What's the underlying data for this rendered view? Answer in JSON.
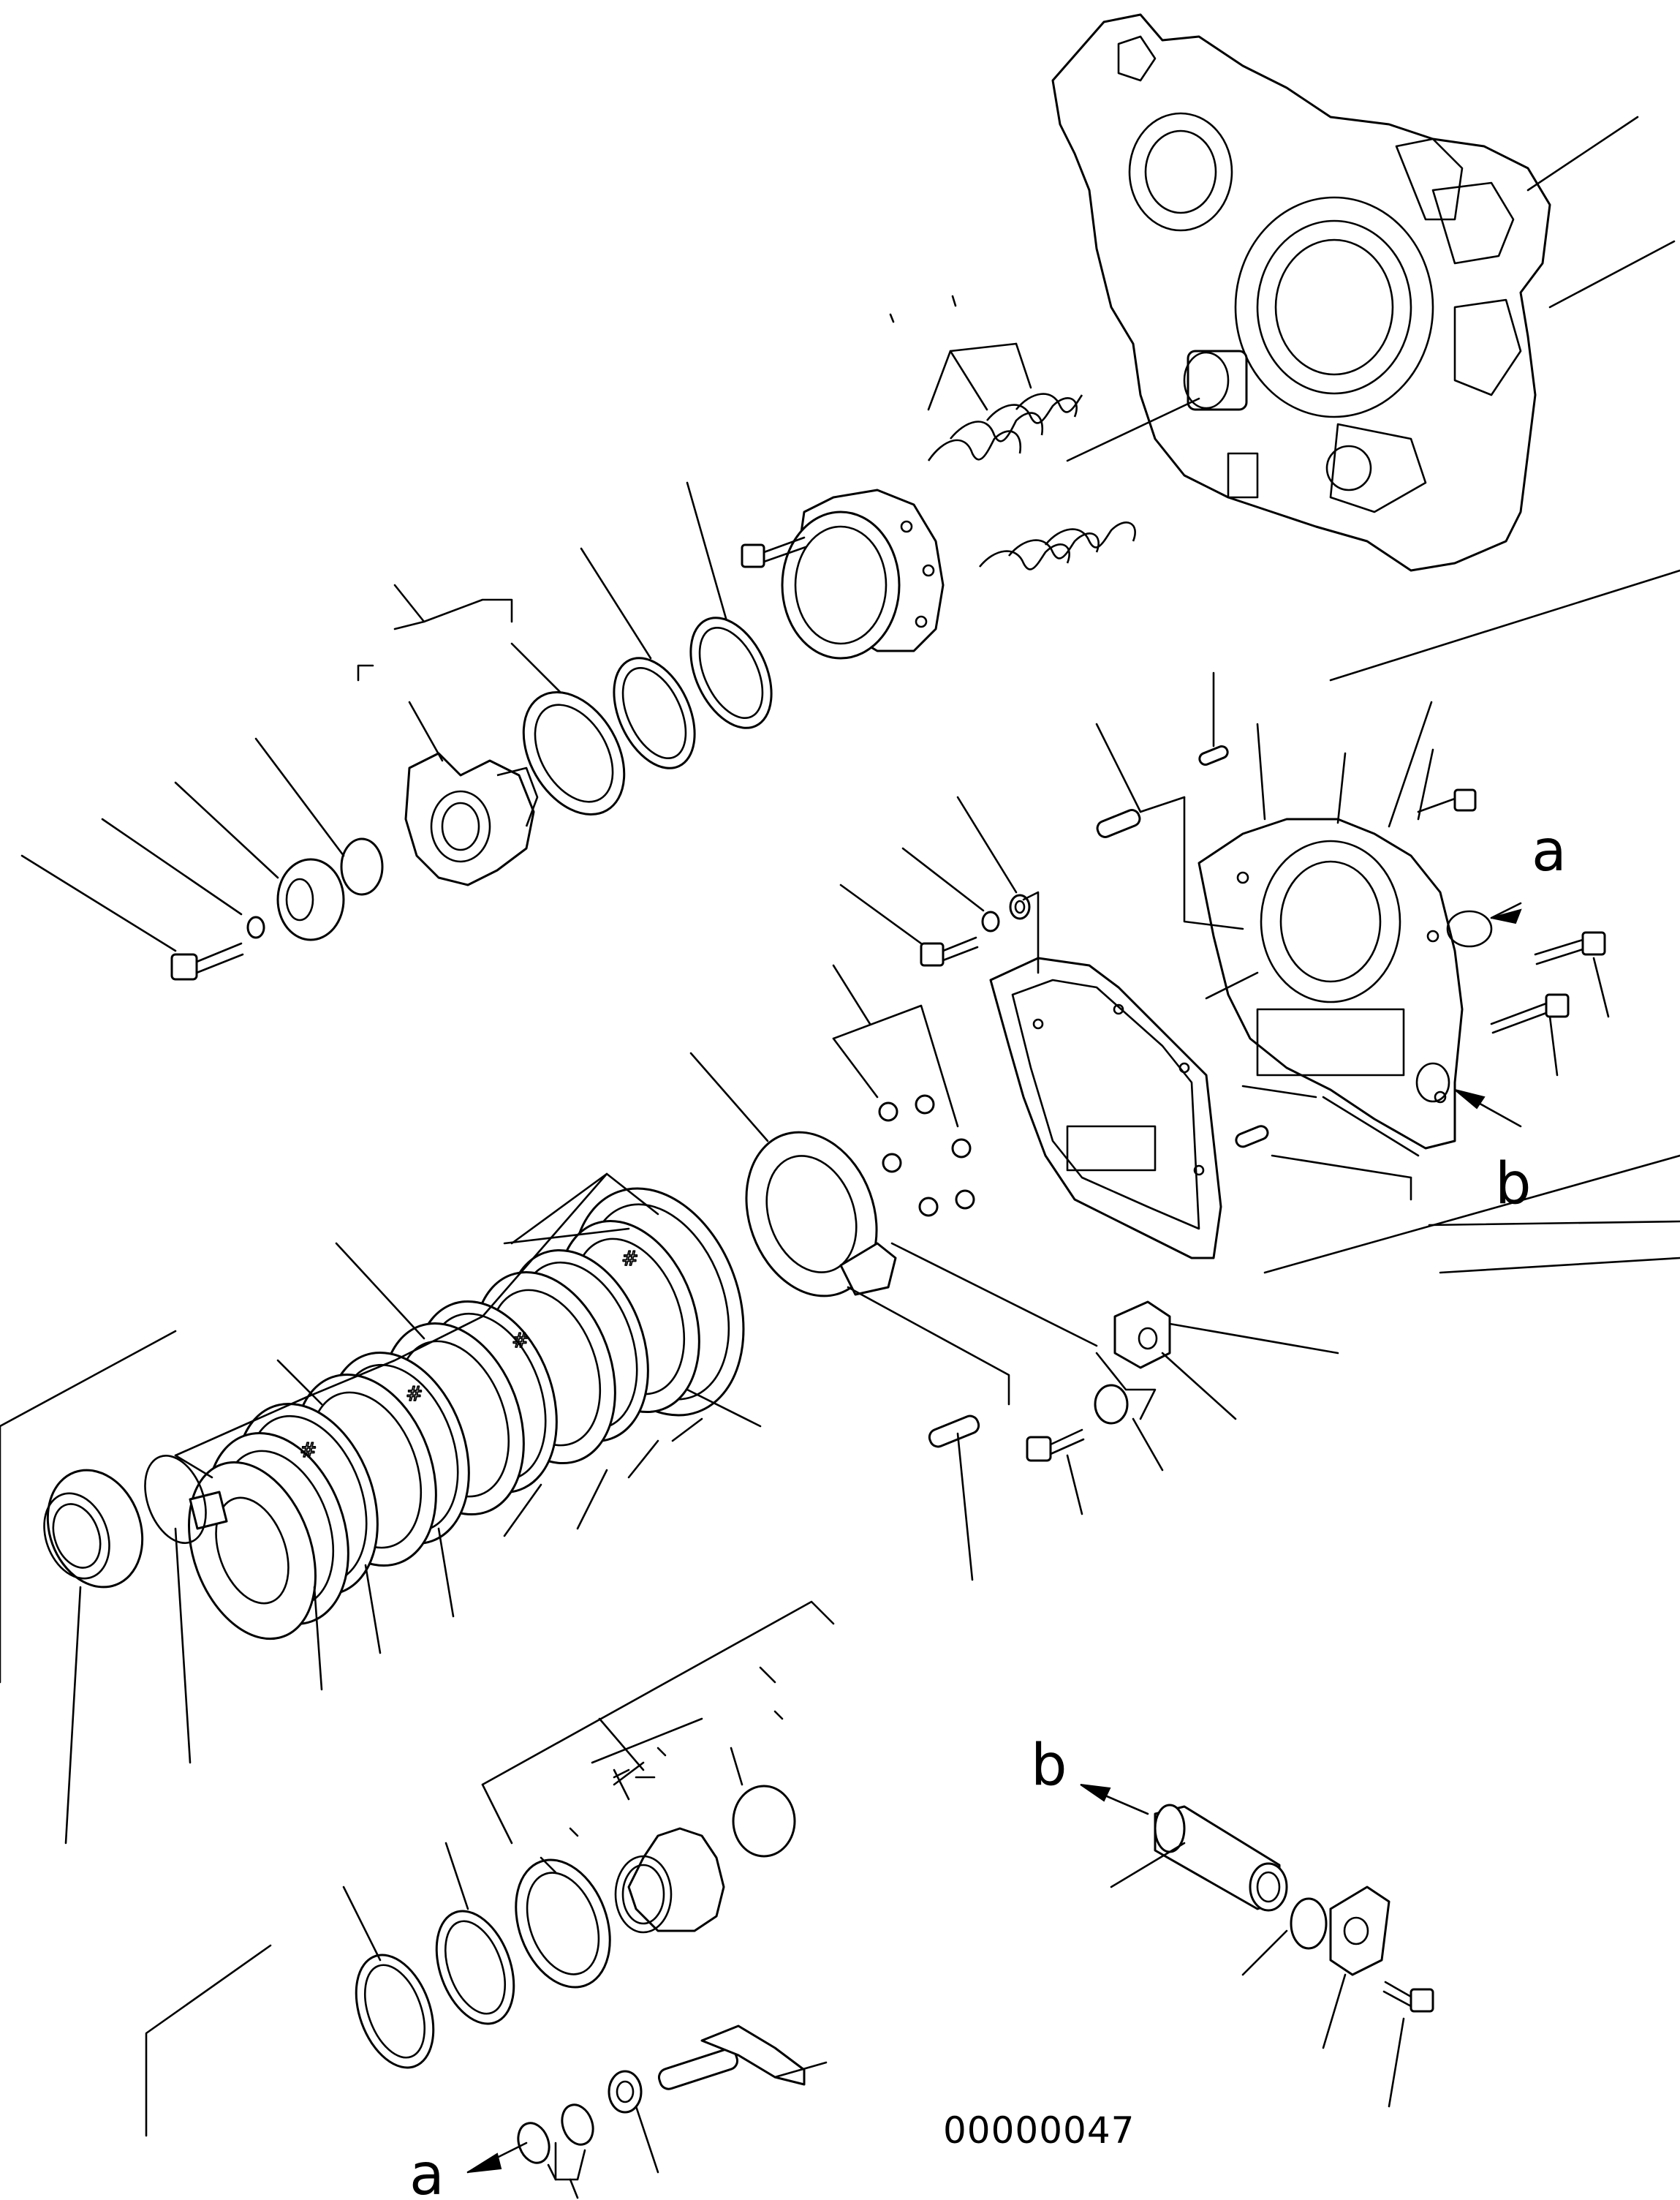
{
  "diagram": {
    "drawing_number": "00000047",
    "view_markers": {
      "a_upper": "a",
      "b_upper": "b",
      "b_lower": "b",
      "a_lower": "a"
    }
  }
}
